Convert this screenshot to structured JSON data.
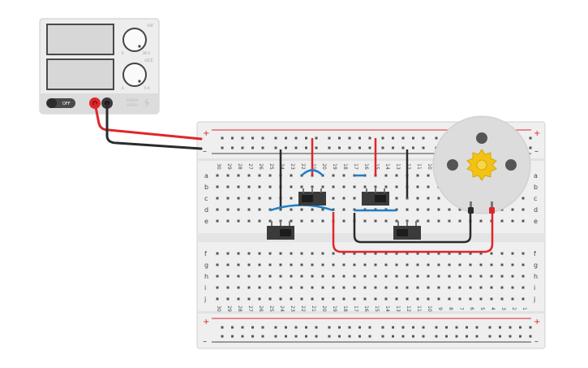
{
  "power_supply": {
    "knob_top_label": "⊙V",
    "knob_top_min": "0",
    "knob_top_max": "30 V",
    "knob_bottom_label": "⊙CC",
    "knob_bottom_min": "0",
    "knob_bottom_max": "5 A",
    "switch_label": "OFF",
    "brand_line1": "POWER",
    "brand_line2": "SUPPLY"
  },
  "breadboard": {
    "rail_plus": "+",
    "rail_minus": "–",
    "row_letters_top": [
      "a",
      "b",
      "c",
      "d",
      "e"
    ],
    "row_letters_bottom": [
      "f",
      "g",
      "h",
      "i",
      "j"
    ],
    "column_numbers": [
      "30",
      "29",
      "28",
      "27",
      "26",
      "25",
      "24",
      "23",
      "22",
      "21",
      "20",
      "19",
      "18",
      "17",
      "16",
      "15",
      "14",
      "13",
      "12",
      "11",
      "10",
      "9",
      "8",
      "7",
      "6",
      "5",
      "4",
      "3",
      "2",
      "1"
    ]
  },
  "colors": {
    "wire_red": "#e0262a",
    "wire_black": "#2b2b2b",
    "wire_blue": "#1f7fc6",
    "board": "#efefef",
    "gear": "#f2c315"
  }
}
